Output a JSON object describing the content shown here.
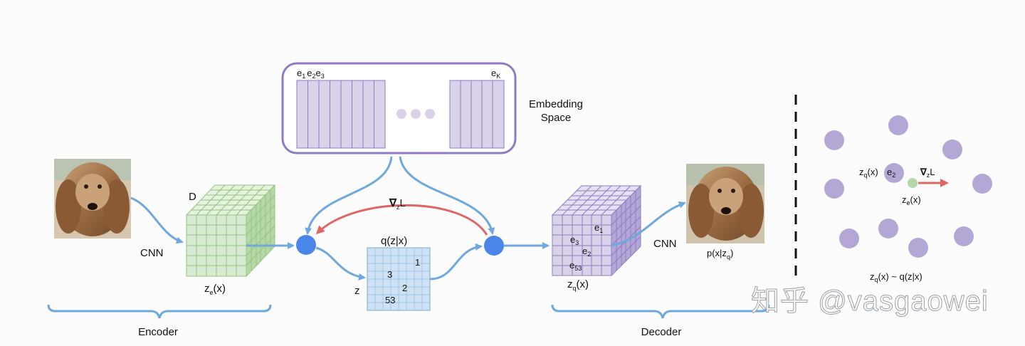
{
  "embedding": {
    "e": "e",
    "sub1": "1",
    "sub2": "2",
    "sub3": "3",
    "subK": "K",
    "space_label_1": "Embedding",
    "space_label_2": "Space"
  },
  "encoder": {
    "cnn": "CNN",
    "depth_label": "D",
    "ze_main": "z",
    "ze_sub": "e",
    "ze_tail": "(x)",
    "brace_label": "Encoder"
  },
  "gradient": {
    "nabla": "∇",
    "sub": "z",
    "tail": "L"
  },
  "posterior": {
    "title": "q(z|x)",
    "z_label": "z",
    "values": [
      "1",
      "3",
      "2",
      "53"
    ]
  },
  "decoder": {
    "zq_main": "z",
    "zq_sub": "q",
    "zq_tail": "(x)",
    "cube_e1": "e",
    "cube_e1_sub": "1",
    "cube_e3": "e",
    "cube_e3_sub": "3",
    "cube_e2": "e",
    "cube_e2_sub": "2",
    "cube_e53": "e",
    "cube_e53_sub": "53",
    "cnn": "CNN",
    "output_label": "p(x|z",
    "output_sub": "q",
    "output_tail": ")",
    "brace_label": "Decoder"
  },
  "right_panel": {
    "zq_label": "z",
    "zq_sub": "q",
    "zq_tail": "(x)",
    "e2_label": "e",
    "e2_sub": "2",
    "grad_nabla": "∇",
    "grad_sub": "z",
    "grad_tail": "L",
    "ze_label": "z",
    "ze_sub": "e",
    "ze_tail": "(x)",
    "bottom_main": "z",
    "bottom_sub": "q",
    "bottom_tail": "(x) ~ q(z|x)"
  },
  "watermark": "知乎 @vasgaowei",
  "colors": {
    "blue_arrow": "#6fa8dc",
    "red_arrow": "#e06666",
    "purple": "#b4a7d6",
    "purple_border": "#8e7cc3",
    "green": "#d9ead3",
    "posterior_fill": "#cfe2f3",
    "node": "#4a86e8",
    "centroid": "#b4a7d6",
    "ze_point": "#b6d7a8"
  }
}
